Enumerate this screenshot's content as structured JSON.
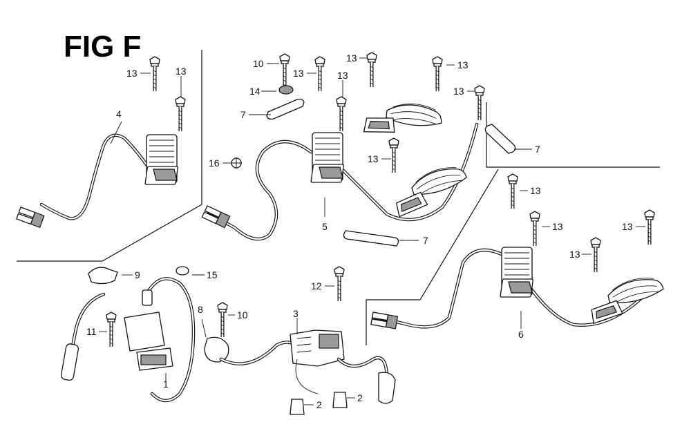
{
  "figure": {
    "title": "FIG F"
  },
  "callouts": {
    "c4": "4",
    "c5": "5",
    "c6": "6",
    "c1": "1",
    "c3": "3",
    "c8": "8",
    "c9": "9",
    "c15": "15",
    "c11": "11",
    "c12": "12",
    "c14": "14",
    "c16": "16",
    "c10a": "10",
    "c10b": "10",
    "c2a": "2",
    "c2b": "2",
    "c7a": "7",
    "c7b": "7",
    "c7c": "7",
    "c13a": "13",
    "c13b": "13",
    "c13c": "13",
    "c13d": "13",
    "c13e": "13",
    "c13f": "13",
    "c13g": "13",
    "c13h": "13",
    "c13i": "13",
    "c13j": "13",
    "c13k": "13",
    "c13l": "13"
  }
}
